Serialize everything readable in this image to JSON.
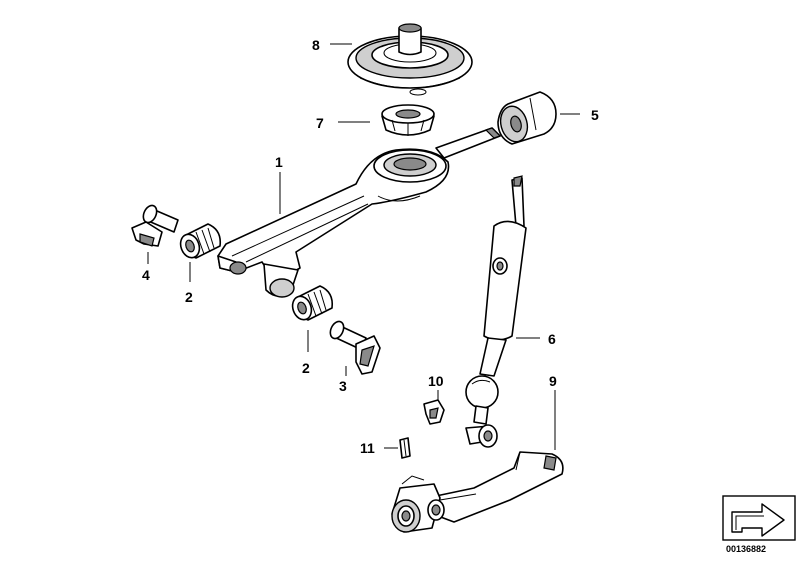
{
  "callouts": [
    {
      "id": "1",
      "label": "1"
    },
    {
      "id": "2a",
      "label": "2"
    },
    {
      "id": "2b",
      "label": "2"
    },
    {
      "id": "3",
      "label": "3"
    },
    {
      "id": "4",
      "label": "4"
    },
    {
      "id": "5",
      "label": "5"
    },
    {
      "id": "6",
      "label": "6"
    },
    {
      "id": "7",
      "label": "7"
    },
    {
      "id": "8",
      "label": "8"
    },
    {
      "id": "9",
      "label": "9"
    },
    {
      "id": "10",
      "label": "10"
    },
    {
      "id": "11",
      "label": "11"
    }
  ],
  "reference_number": "00136882",
  "icons": {
    "nav": "arrow-icon"
  }
}
